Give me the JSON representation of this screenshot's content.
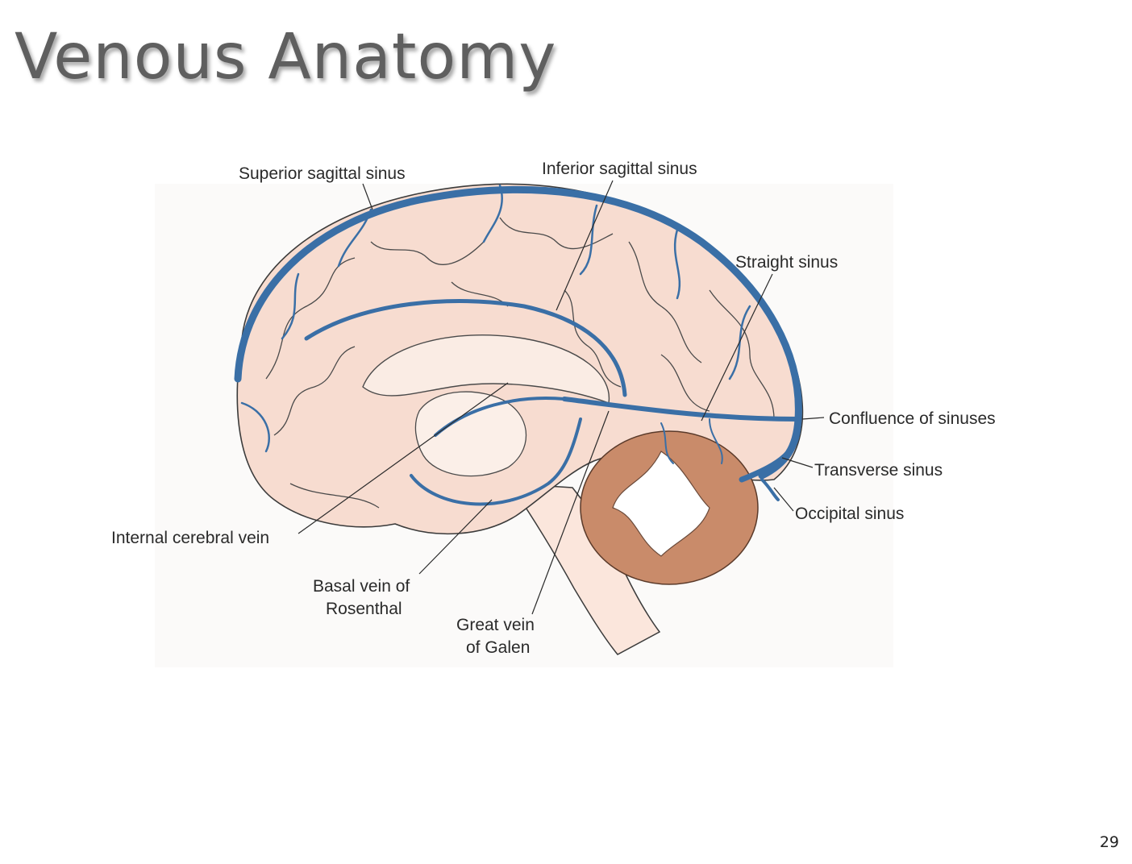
{
  "slide": {
    "title": "Venous Anatomy",
    "page_number": "29"
  },
  "diagram": {
    "labels": {
      "superior_sagittal_sinus": "Superior sagittal sinus",
      "inferior_sagittal_sinus": "Inferior sagittal sinus",
      "straight_sinus": "Straight sinus",
      "confluence_of_sinuses": "Confluence of sinuses",
      "transverse_sinus": "Transverse sinus",
      "occipital_sinus": "Occipital sinus",
      "internal_cerebral_vein": "Internal cerebral vein",
      "basal_vein_line1": "Basal vein of",
      "basal_vein_line2": "Rosenthal",
      "great_vein_line1": "Great vein",
      "great_vein_line2": "of Galen"
    },
    "colors": {
      "vein": "#3a6fa6",
      "brain_tissue": "#f7dcd0",
      "cerebellum": "#c98b6a",
      "outline": "#3b3b3b"
    }
  }
}
